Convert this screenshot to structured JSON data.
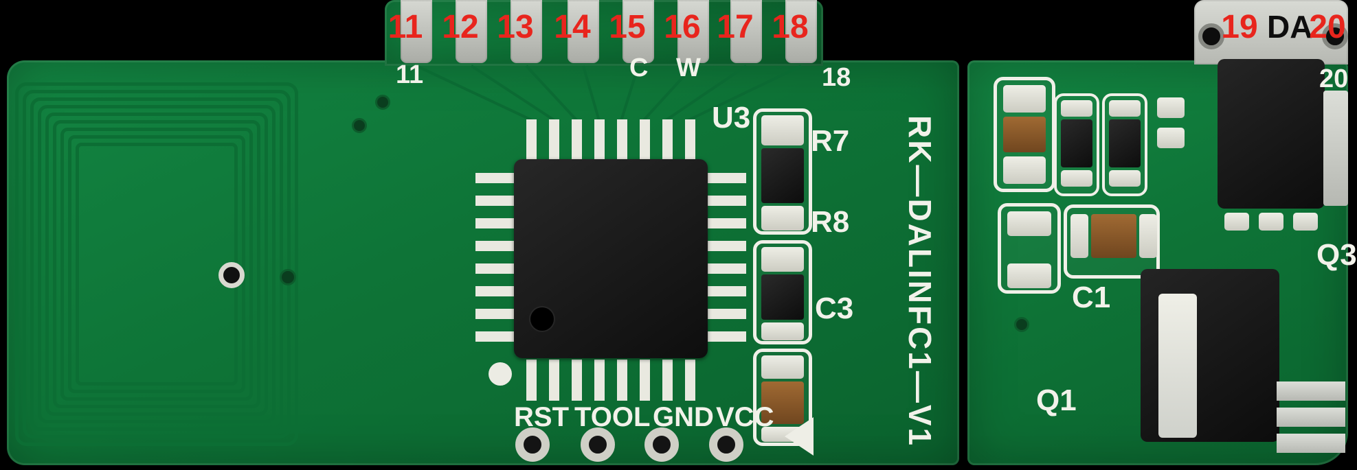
{
  "annotations": {
    "top_pins": [
      "11",
      "12",
      "13",
      "14",
      "15",
      "16",
      "17",
      "18"
    ],
    "pin_19": "19",
    "da": "DA",
    "pin_20": "20"
  },
  "silkscreen": {
    "pad_11": "11",
    "c_mark": "C",
    "w_mark": "W",
    "pad_18": "18",
    "pad_20": "20",
    "ic_ref": "U3",
    "r7": "R7",
    "r8": "R8",
    "c3": "C3",
    "c1": "C1",
    "q1": "Q1",
    "q3": "Q3",
    "board_name": "RK—DALINFC1—V1",
    "programming_header": [
      "RST",
      "TOOL",
      "GND",
      "VCC"
    ]
  },
  "colors": {
    "pcb_green": "#0e7437",
    "annotation_red": "#e8251d",
    "silkscreen_white": "#f2f2ea",
    "pad_gray": "#bcbeb8",
    "component_black": "#161616",
    "capacitor_brown": "#8f5c2a"
  }
}
